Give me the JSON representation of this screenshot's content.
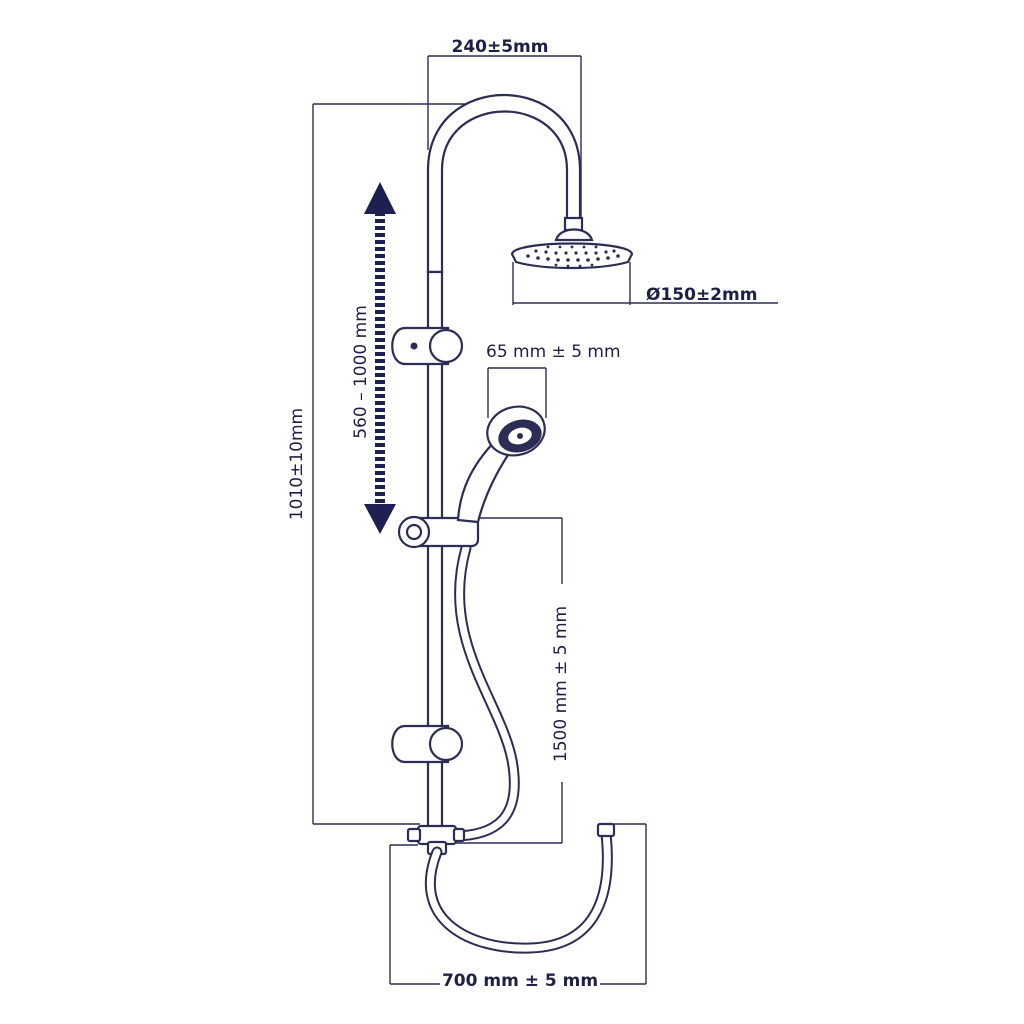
{
  "colors": {
    "line": "#2b2d55",
    "arrow": "#1d2050"
  },
  "dimensions": {
    "top_width": "240±5mm",
    "head_diameter": "Ø150±2mm",
    "handshower_width": "65 mm ± 5 mm",
    "total_height": "1010±10mm",
    "slide_range": "560 – 1000 mm",
    "hose_length": "1500 mm ± 5 mm",
    "supply_hose": "700 mm ± 5 mm"
  },
  "icons": [
    "double-arrow-icon"
  ]
}
